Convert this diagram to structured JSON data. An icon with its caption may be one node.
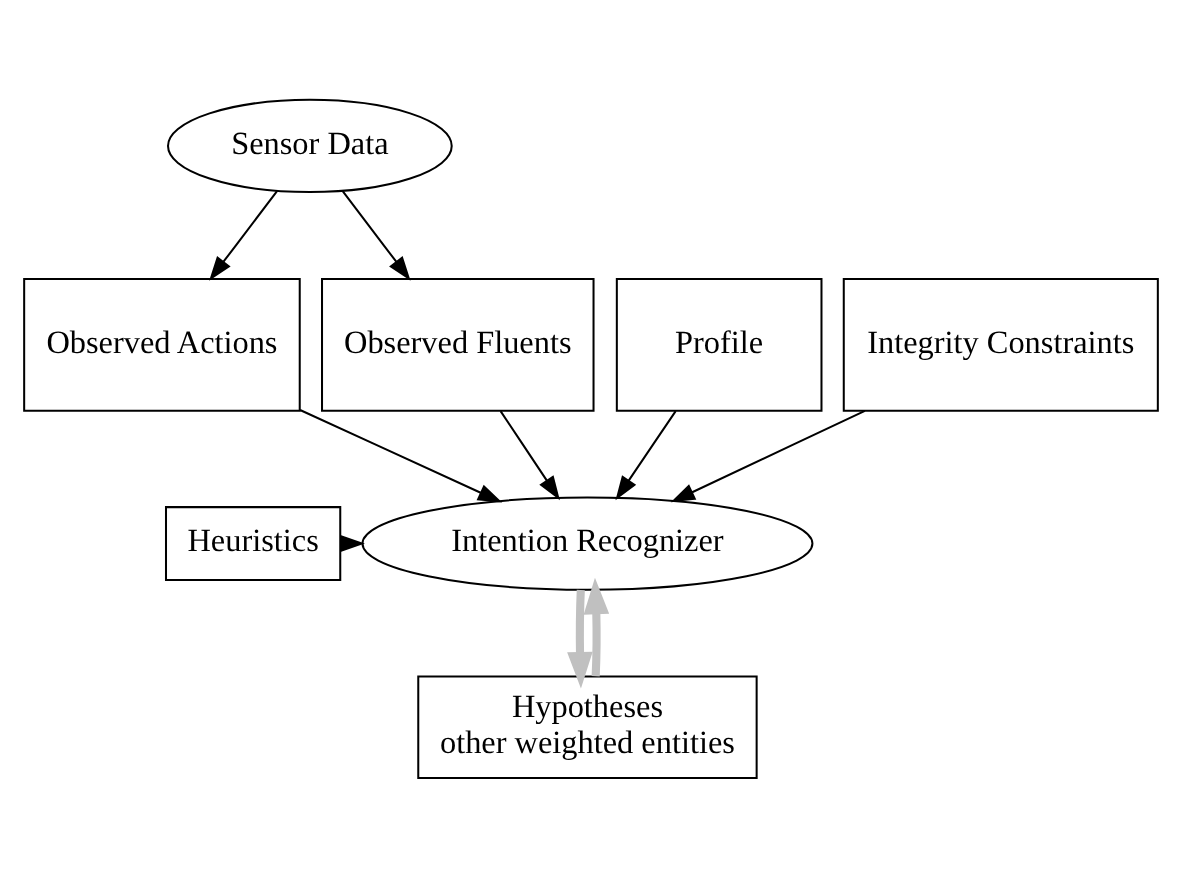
{
  "diagram": {
    "nodes": [
      {
        "text": [
          "Sensor Data"
        ]
      },
      {
        "text": [
          "Observed Actions"
        ]
      },
      {
        "text": [
          "Observed Fluents"
        ]
      },
      {
        "text": [
          "Profile"
        ]
      },
      {
        "text": [
          "Integrity Constraints"
        ]
      },
      {
        "text": [
          "Intention Recognizer"
        ]
      },
      {
        "text": [
          "Heuristics"
        ]
      },
      {
        "text": [
          "Hypotheses",
          "other weighted entities"
        ]
      }
    ],
    "edges": [
      {
        "from": 0,
        "to": 1,
        "arrow": "to"
      },
      {
        "from": 0,
        "to": 2,
        "arrow": "to"
      },
      {
        "from": 1,
        "to": 5,
        "arrow": "to"
      },
      {
        "from": 2,
        "to": 5,
        "arrow": "to"
      },
      {
        "from": 3,
        "to": 5,
        "arrow": "to"
      },
      {
        "from": 4,
        "to": 5,
        "arrow": "to"
      },
      {
        "from": 6,
        "to": 5,
        "arrow": "to"
      },
      {
        "from": 5,
        "to": 7,
        "arrow": "to",
        "style": "thick",
        "color": "#c0c0c0"
      },
      {
        "from": 7,
        "to": 5,
        "arrow": "to",
        "style": "thick",
        "color": "#c0c0c0"
      }
    ]
  }
}
